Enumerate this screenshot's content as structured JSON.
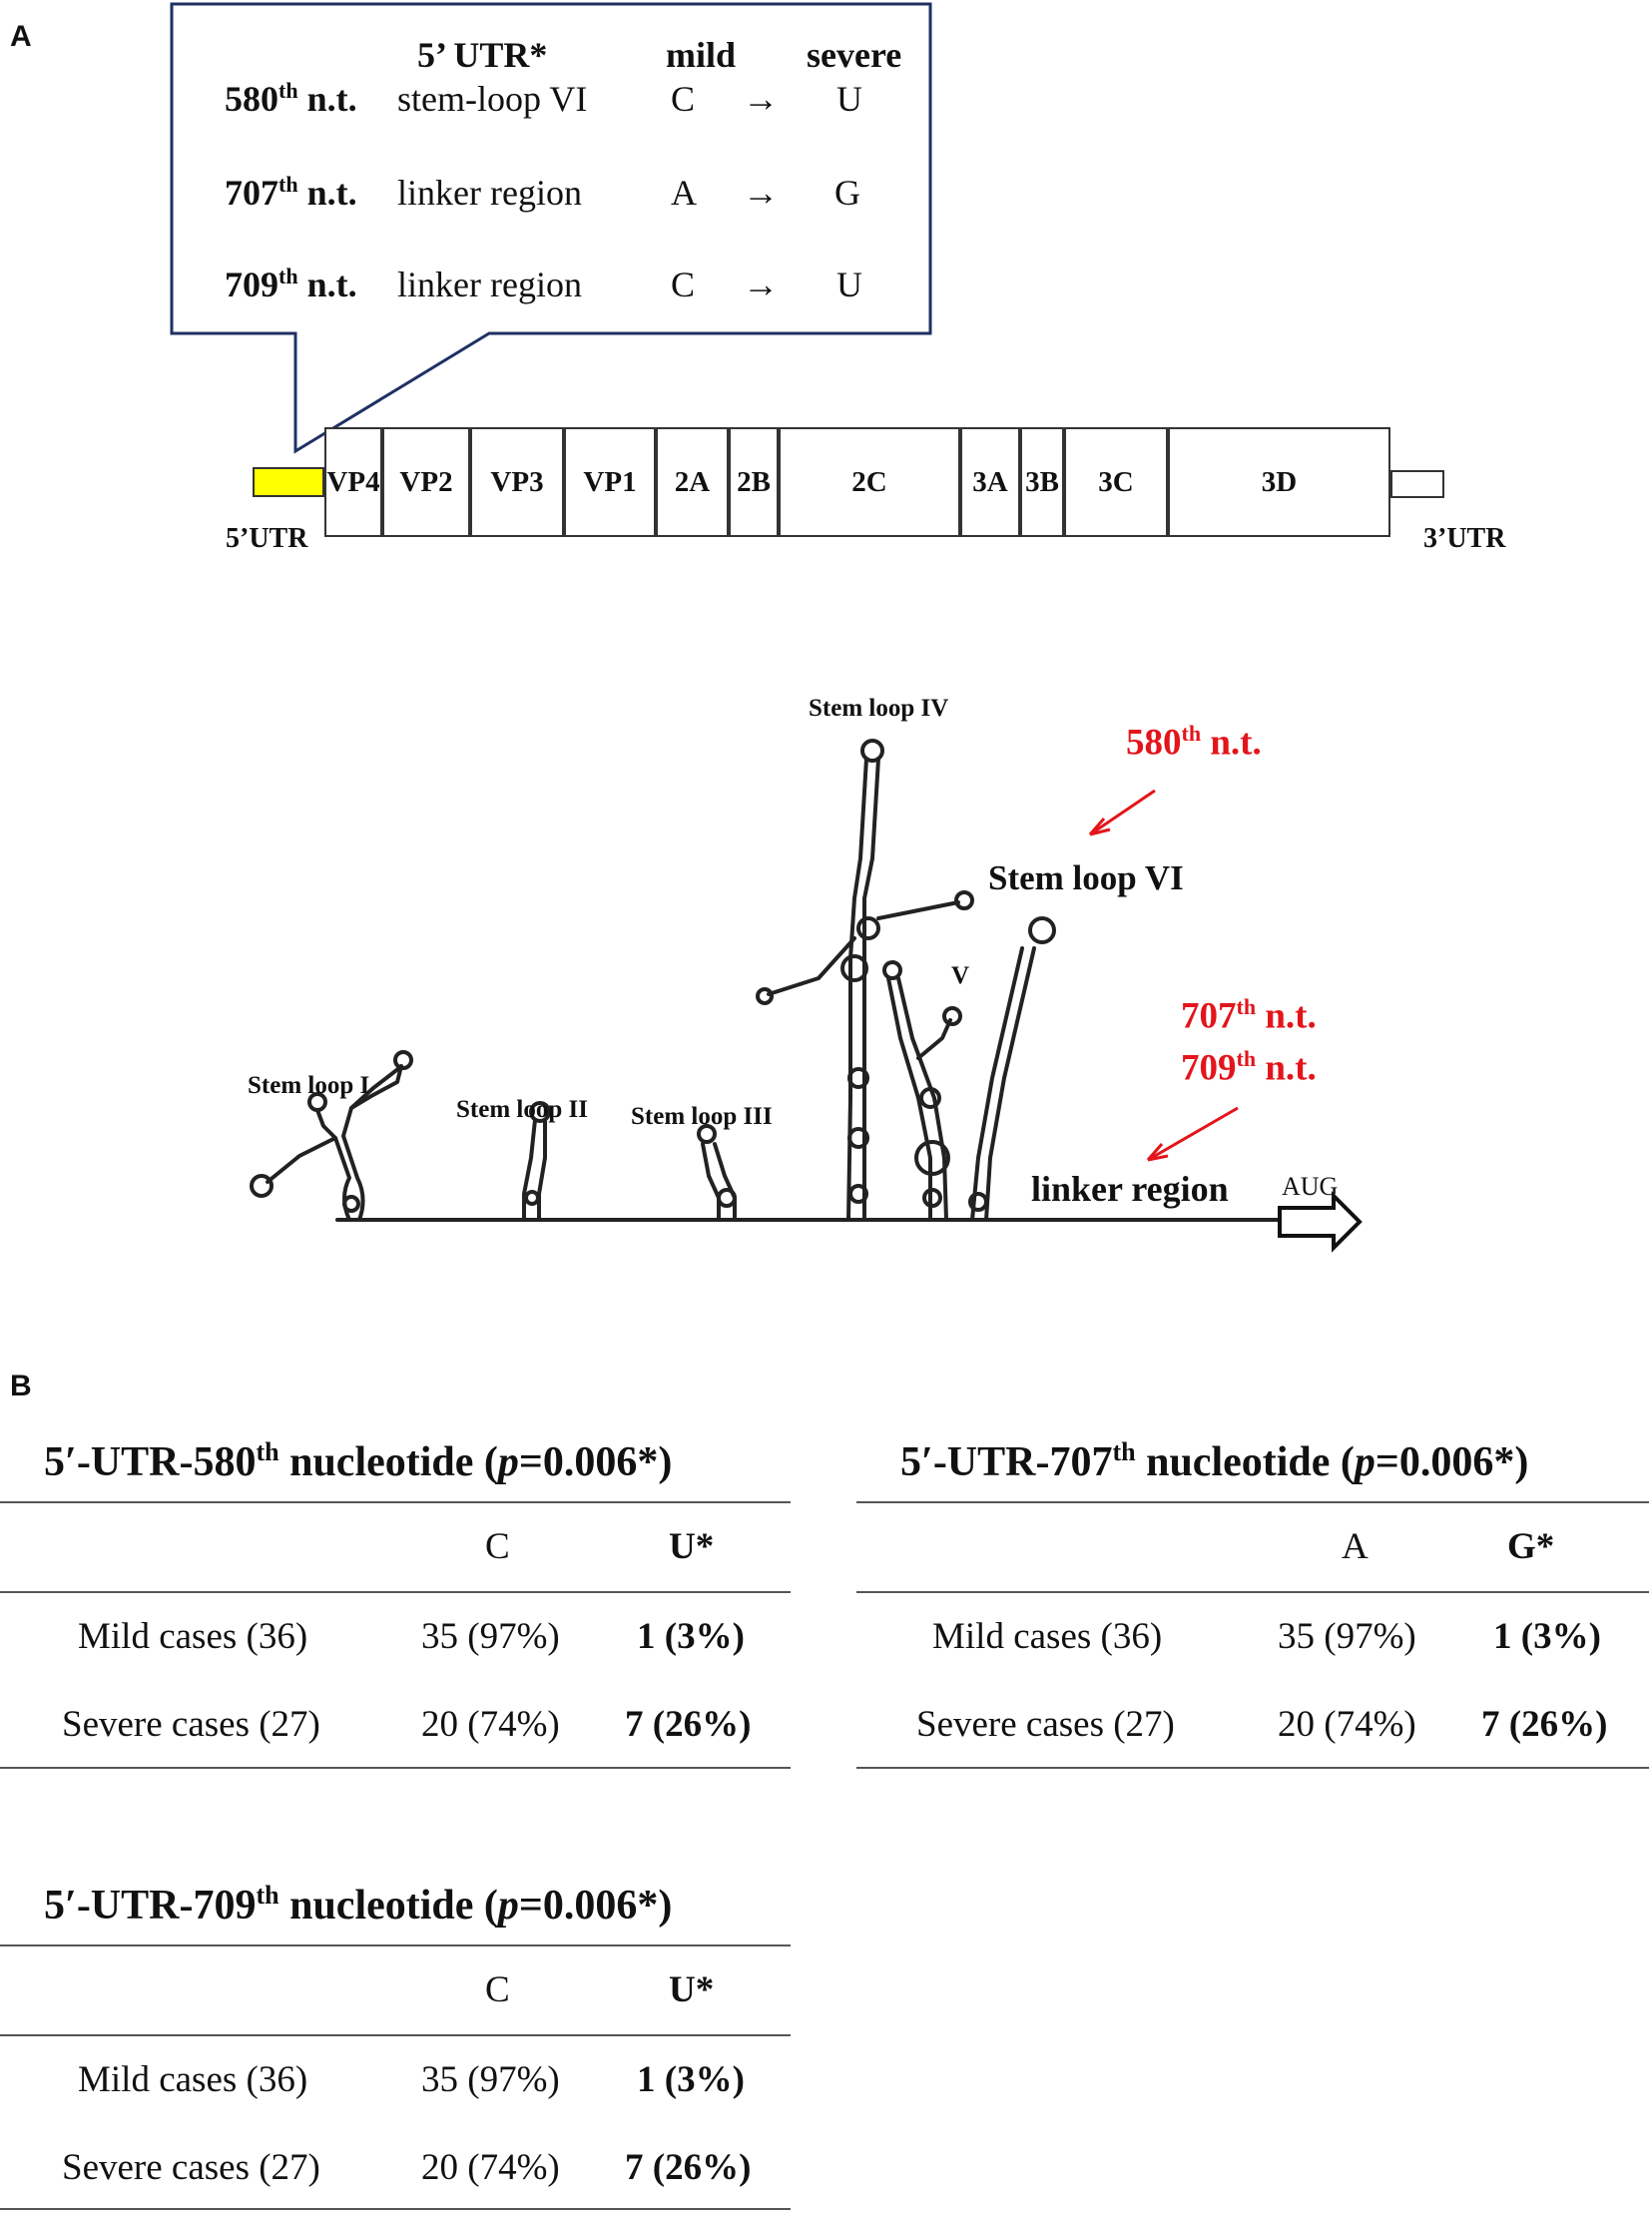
{
  "panel_a": {
    "label": "A"
  },
  "panel_b": {
    "label": "B"
  },
  "callout": {
    "header_utr": "5’ UTR*",
    "header_mild": "mild",
    "header_severe": "severe",
    "arrow": "→",
    "rows": [
      {
        "nt": "580",
        "sup": "th",
        "suffix": " n.t.",
        "region": "stem-loop VI",
        "mild": "C",
        "severe": "U"
      },
      {
        "nt": "707",
        "sup": "th",
        "suffix": " n.t.",
        "region": "linker region",
        "mild": "A",
        "severe": "G"
      },
      {
        "nt": "709",
        "sup": "th",
        "suffix": " n.t.",
        "region": "linker region",
        "mild": "C",
        "severe": "U"
      }
    ]
  },
  "genome": {
    "utr5_label": "5’UTR",
    "utr3_label": "3’UTR",
    "segments": [
      "VP4",
      "VP2",
      "VP3",
      "VP1",
      "2A",
      "2B",
      "2C",
      "3A",
      "3B",
      "3C",
      "3D"
    ],
    "highlight_color": "#ffff00"
  },
  "structure": {
    "stem_loop_1": "Stem loop I",
    "stem_loop_2": "Stem loop II",
    "stem_loop_3": "Stem loop III",
    "stem_loop_4": "Stem loop IV",
    "stem_loop_5": "V",
    "stem_loop_6": "Stem loop VI",
    "linker": "linker region",
    "aug": "AUG",
    "nt580": {
      "num": "580",
      "sup": "th",
      "suffix": " n.t."
    },
    "nt707": {
      "num": "707",
      "sup": "th",
      "suffix": " n.t."
    },
    "nt709": {
      "num": "709",
      "sup": "th",
      "suffix": " n.t."
    },
    "annotation_color": "#e3151b"
  },
  "tables": [
    {
      "title_prefix": "5′-UTR-580",
      "title_sup": "th",
      "title_mid": " nucleotide (",
      "title_p": "p",
      "title_suffix": "=0.006*)",
      "col1": "C",
      "col2": "U*",
      "rows": [
        {
          "label": "Mild cases (36)",
          "v1": "35 (97%)",
          "v2": "1 (3%)"
        },
        {
          "label": "Severe cases (27)",
          "v1": "20 (74%)",
          "v2": "7 (26%)"
        }
      ]
    },
    {
      "title_prefix": "5′-UTR-707",
      "title_sup": "th",
      "title_mid": " nucleotide (",
      "title_p": "p",
      "title_suffix": "=0.006*)",
      "col1": "A",
      "col2": "G*",
      "rows": [
        {
          "label": "Mild cases (36)",
          "v1": "35 (97%)",
          "v2": "1 (3%)"
        },
        {
          "label": "Severe cases (27)",
          "v1": "20 (74%)",
          "v2": "7 (26%)"
        }
      ]
    },
    {
      "title_prefix": "5′-UTR-709",
      "title_sup": "th",
      "title_mid": " nucleotide (",
      "title_p": "p",
      "title_suffix": "=0.006*)",
      "col1": "C",
      "col2": "U*",
      "rows": [
        {
          "label": "Mild cases (36)",
          "v1": "35 (97%)",
          "v2": "1 (3%)"
        },
        {
          "label": "Severe cases (27)",
          "v1": "20 (74%)",
          "v2": "7 (26%)"
        }
      ]
    }
  ]
}
